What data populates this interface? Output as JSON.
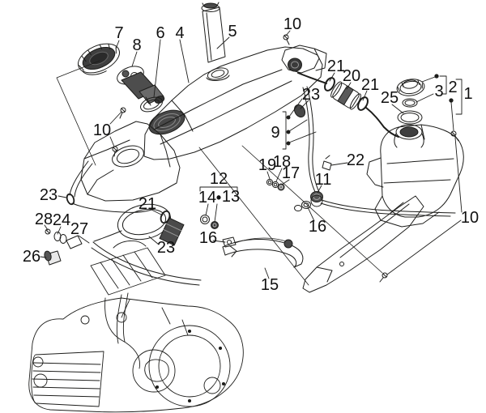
{
  "colors": {
    "background": "#ffffff",
    "line": "#1d1d1b",
    "shade_dark": "#3f3f3f",
    "shade_mid": "#5a5a5a",
    "label_text": "#111111"
  },
  "labels": [
    {
      "text": "7"
    },
    {
      "text": "8"
    },
    {
      "text": "6"
    },
    {
      "text": "4"
    },
    {
      "text": "5"
    },
    {
      "text": "10"
    },
    {
      "text": "10"
    },
    {
      "text": "21"
    },
    {
      "text": "20"
    },
    {
      "text": "21"
    },
    {
      "text": "25"
    },
    {
      "text": "3"
    },
    {
      "text": "2"
    },
    {
      "text": "1"
    },
    {
      "text": "23"
    },
    {
      "text": "9"
    },
    {
      "text": "19"
    },
    {
      "text": "18"
    },
    {
      "text": "17"
    },
    {
      "text": "22"
    },
    {
      "text": "11"
    },
    {
      "text": "12"
    },
    {
      "text": "14"
    },
    {
      "text": "•"
    },
    {
      "text": "13"
    },
    {
      "text": "21"
    },
    {
      "text": "23"
    },
    {
      "text": "28"
    },
    {
      "text": "24"
    },
    {
      "text": "27"
    },
    {
      "text": "26"
    },
    {
      "text": "23"
    },
    {
      "text": "16"
    },
    {
      "text": "16"
    },
    {
      "text": "15"
    },
    {
      "text": "10"
    }
  ]
}
